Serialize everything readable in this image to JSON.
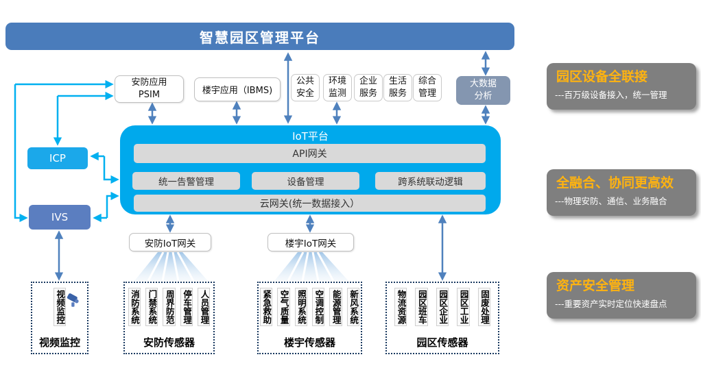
{
  "banner": {
    "title": "智慧园区管理平台"
  },
  "app_layer": {
    "psim": {
      "line1": "安防应用",
      "line2": "PSIM"
    },
    "ibms": "楼宇应用（IBMS)",
    "small_apps": [
      "公共安全",
      "环境监测",
      "企业服务",
      "生活服务",
      "综合管理"
    ],
    "big_data": "大数据分析"
  },
  "left_nodes": {
    "icp": "ICP",
    "ivs": "IVS"
  },
  "iot_platform": {
    "title": "IoT平台",
    "api_gateway": "API网关",
    "modules": [
      "统一告警管理",
      "设备管理",
      "跨系统联动逻辑"
    ],
    "cloud_gateway": "云网关(统一数据接入）"
  },
  "gateways": {
    "security": "安防IoT网关",
    "building": "楼宇IoT网关"
  },
  "sensor_groups": [
    {
      "label": "视频监控",
      "items": [
        "视频监控"
      ]
    },
    {
      "label": "安防传感器",
      "items": [
        "消防系统",
        "门禁系统",
        "周界防范",
        "停车管理",
        "人员管理"
      ]
    },
    {
      "label": "楼宇传感器",
      "items": [
        "紧急救助",
        "空气质量",
        "照明系统",
        "空调控制",
        "能源管理",
        "新风系统"
      ]
    },
    {
      "label": "园区传感器",
      "items": [
        "物流资源",
        "园区班车",
        "园区企业",
        "园区工业",
        "固废处理"
      ]
    }
  ],
  "benefits": [
    {
      "title": "园区设备全联接",
      "desc": "---百万级设备接入，统一管理"
    },
    {
      "title": "全融合、协同更高效",
      "desc": "---物理安防、通信、业务融合"
    },
    {
      "title": "资产安全管理",
      "desc": "---重要资产实时定位快速盘点"
    }
  ],
  "colors": {
    "banner": "#4A7CBB",
    "iot_platform": "#00A9EC",
    "icp": "#1BA8EA",
    "ivs": "#5B7EC0",
    "big_data": "#8496B0",
    "module_bar": "#D9D9D9",
    "benefit_bg": "#7F7F7F",
    "benefit_title": "#FFB310",
    "arrow_steel": "#4F81BD",
    "arrow_cyan": "#00B0F0",
    "dashed_border": "#17375E"
  }
}
